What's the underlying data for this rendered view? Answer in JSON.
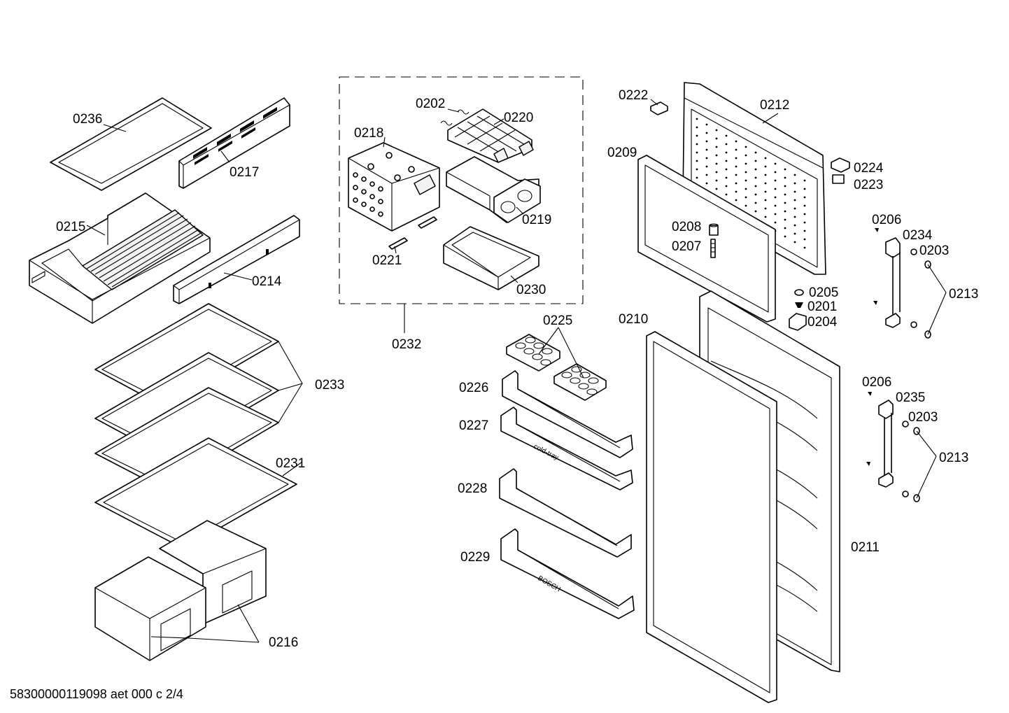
{
  "footer": {
    "document_id": "58300000119098 aet 000 c 2/4"
  },
  "callouts": {
    "p0201": "0201",
    "p0202": "0202",
    "p0203a": "0203",
    "p0203b": "0203",
    "p0204": "0204",
    "p0205": "0205",
    "p0206a": "0206",
    "p0206b": "0206",
    "p0207": "0207",
    "p0208": "0208",
    "p0209": "0209",
    "p0210": "0210",
    "p0211": "0211",
    "p0212": "0212",
    "p0213a": "0213",
    "p0213b": "0213",
    "p0214": "0214",
    "p0215": "0215",
    "p0216": "0216",
    "p0217": "0217",
    "p0218": "0218",
    "p0219": "0219",
    "p0220": "0220",
    "p0221": "0221",
    "p0222": "0222",
    "p0223": "0223",
    "p0224": "0224",
    "p0225": "0225",
    "p0226": "0226",
    "p0227": "0227",
    "p0228": "0228",
    "p0229": "0229",
    "p0230": "0230",
    "p0231": "0231",
    "p0232": "0232",
    "p0233": "0233",
    "p0234": "0234",
    "p0235": "0235",
    "p0236": "0236"
  },
  "printed_on_parts": {
    "cold_tray": "cold-tray",
    "brand": "BOSCH"
  }
}
